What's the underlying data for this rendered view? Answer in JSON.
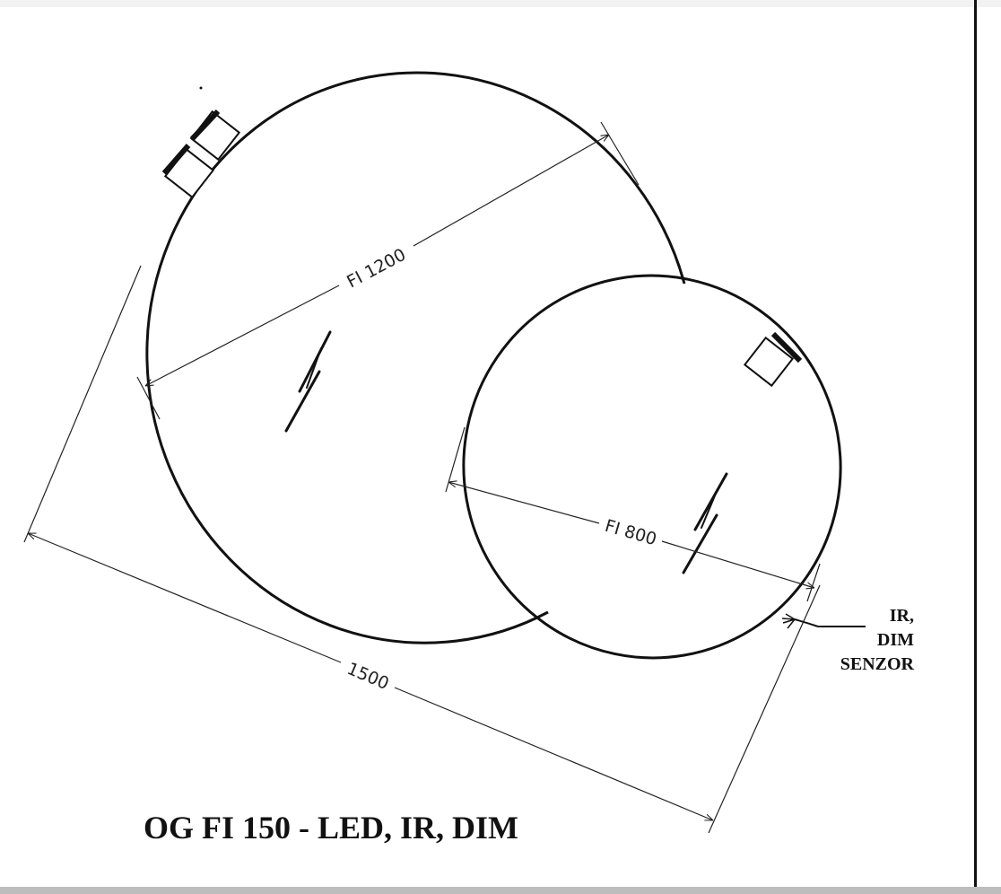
{
  "drawing": {
    "title": "OG FI 150 - LED, IR, DIM",
    "dimensions": {
      "large_diameter": "FI 1200",
      "small_diameter": "FI 800",
      "overall_width": "1500"
    },
    "callout": {
      "line1": "IR,",
      "line2": "DIM",
      "line3": "SENZOR"
    }
  }
}
